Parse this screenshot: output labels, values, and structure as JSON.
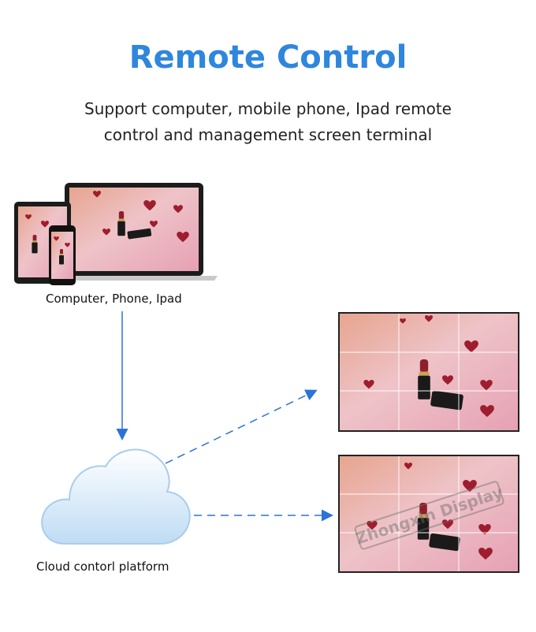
{
  "header": {
    "title": "Remote Control",
    "subtitle_line1": "Support computer, mobile phone, Ipad remote",
    "subtitle_line2": "control and management screen terminal"
  },
  "devices": {
    "label": "Computer, Phone, Ipad"
  },
  "cloud": {
    "label": "Cloud contorl platform"
  },
  "watermark": {
    "text": "Zhongxin Display"
  },
  "colors": {
    "title": "#2f86dd",
    "arrow": "#2a73d8"
  }
}
